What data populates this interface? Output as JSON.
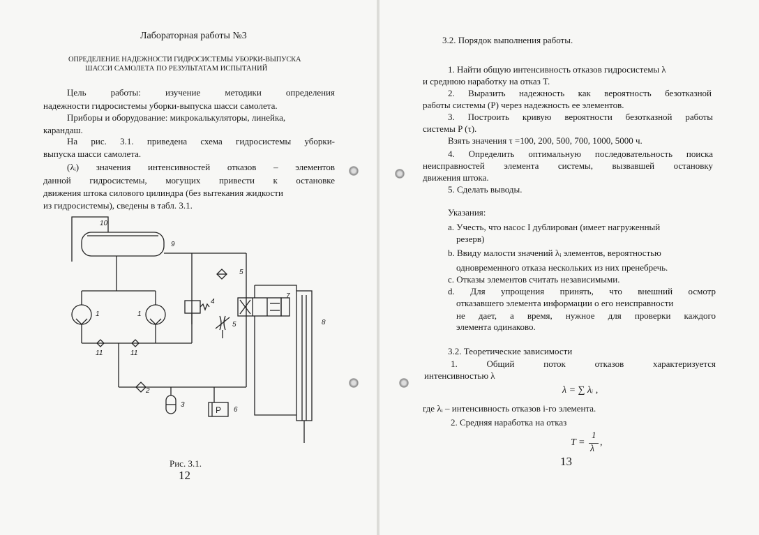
{
  "left_page": {
    "title": "Лабораторная работы №3",
    "subtitle_1": "ОПРЕДЕЛЕНИЕ НАДЕЖНОСТИ ГИДРОСИСТЕМЫ УБОРКИ-ВЫПУСКА",
    "subtitle_2": "ШАССИ САМОЛЕТА ПО РЕЗУЛЬТАТАМ ИСПЫТАНИЙ",
    "goal_1": "Цель работы: изучение методики определения",
    "goal_2": "надежности гидросистемы уборки-выпуска шасси самолета.",
    "equip_1": "Приборы и оборудование: микрокалькуляторы, линейка,",
    "equip_2": "карандаш.",
    "fig_1": "На рис. 3.1. приведена схема гидросистемы уборки-",
    "fig_2": "выпуска шасси самолета.",
    "lambda_1": "(λᵢ) значения интенсивностей отказов – элементов",
    "lambda_2": "данной гидросистемы, могущих привести к остановке",
    "lambda_3": "движения штока силового цилиндра (без вытекания жидкости",
    "lambda_4": "из гидросистемы), сведены в табл. 3.1.",
    "caption": "Рис. 3.1.",
    "page_number": "12",
    "diagram_labels": [
      "10",
      "9",
      "1",
      "1",
      "5",
      "4",
      "7",
      "5",
      "8",
      "11",
      "11",
      "2",
      "3",
      "6",
      "P"
    ]
  },
  "right_page": {
    "section_heading": "3.2.        Порядок выполнения работы.",
    "step1_a": "1. Найти общую интенсивность отказов гидросистемы λ",
    "step1_b": "и среднюю наработку на отказ T.",
    "step2_a": "2. Выразить надежность как вероятность безотказной",
    "step2_b": "работы системы (P) через надежность ее элементов.",
    "step3_a": "3. Построить кривую вероятности безотказной работы",
    "step3_b": "системы P (τ).",
    "step3_c": "Взять значения τ =100, 200, 500, 700, 1000, 5000 ч.",
    "step4_a": "4. Определить оптимальную последовательность поиска",
    "step4_b": "неисправностей элемента системы, вызвавшей остановку",
    "step4_c": "движения штока.",
    "step5": "5. Сделать выводы.",
    "notes_heading": "Указания:",
    "note_a1": "a.  Учесть, что насос I дублирован (имеет нагруженный",
    "note_a2": "резерв)",
    "note_b1": "b.  Ввиду малости значений λᵢ элементов, вероятностью",
    "note_b2": "одновременного отказа нескольких из них пренебречь.",
    "note_c": "c.  Отказы элементов считать независимыми.",
    "note_d1": "d.  Для упрощения принять, что внешний осмотр",
    "note_d2": "отказавшего элемента информации о его неисправности",
    "note_d3": "не дает, а время, нужное для проверки каждого",
    "note_d4": "элемента одинаково.",
    "theory_heading": "3.2.        Теоретические зависимости",
    "theory1_a": "1. Общий поток отказов характеризуется",
    "theory1_b": "интенсивностью λ",
    "formula1": "λ = ∑ λᵢ ,",
    "where_text": "где λᵢ – интенсивность отказов i-го элемента.",
    "theory2": "2. Средняя наработка на отказ",
    "formula2_lhs": "T =",
    "formula2_num": "1",
    "formula2_den": "λ",
    "formula2_tail": ",",
    "page_number": "13"
  }
}
